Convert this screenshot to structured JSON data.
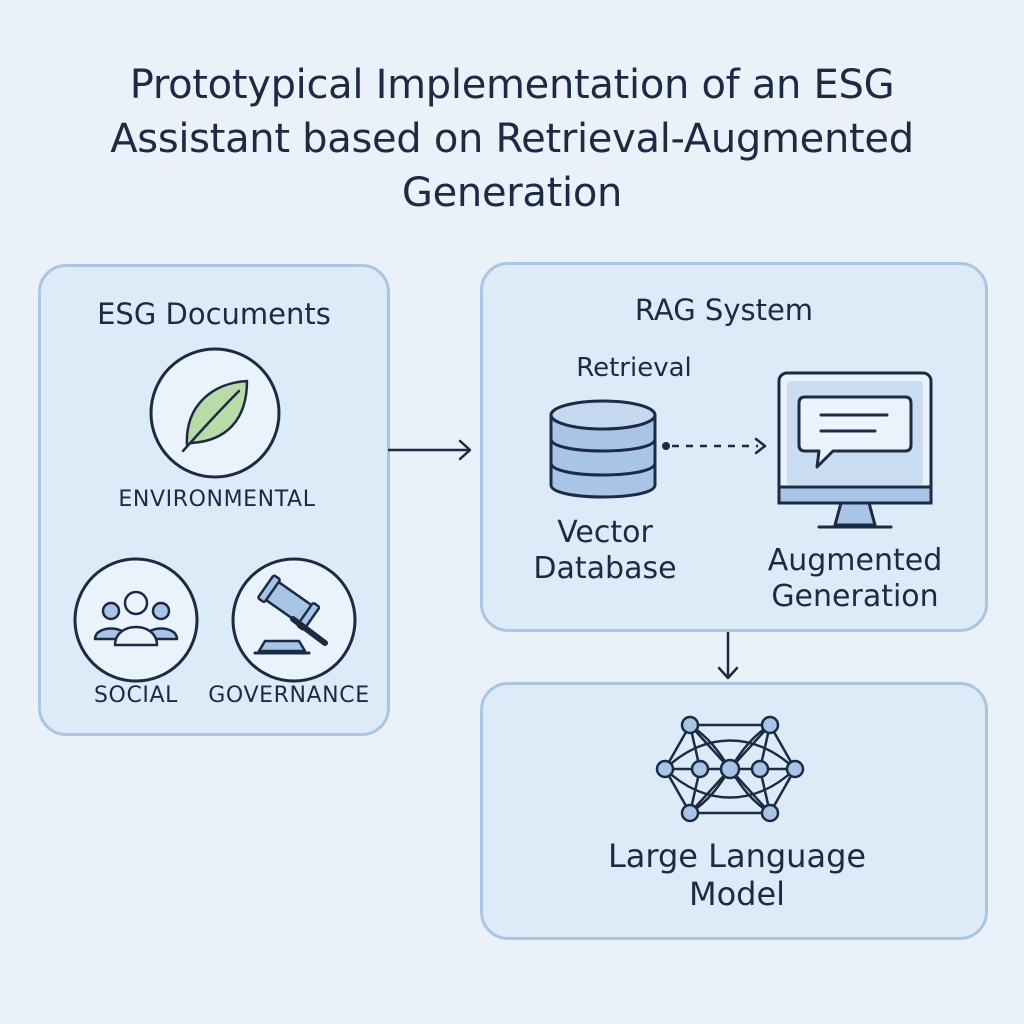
{
  "title": "Prototypical Implementation of an ESG\nAssistant based on Retrieval-Augmented\nGeneration",
  "colors": {
    "background": "#eaf1f8",
    "panel_fill": "#dcebf7",
    "panel_border": "#a9c6e2",
    "icon_stroke": "#1c2a44",
    "icon_fill_blue": "#a8c4e6",
    "leaf_green": "#b9dba8"
  },
  "esg_panel": {
    "title": "ESG Documents",
    "environmental": {
      "label": "ENVIRONMENTAL",
      "icon": "leaf-icon"
    },
    "social": {
      "label": "SOCIAL",
      "icon": "people-icon"
    },
    "governance": {
      "label": "GOVERNANCE",
      "icon": "gavel-icon"
    }
  },
  "rag_panel": {
    "title": "RAG System",
    "retrieval_label": "Retrieval",
    "vector_db_label": "Vector\nDatabase",
    "vector_db_icon": "database-icon",
    "augmented_label": "Augmented\nGeneration",
    "augmented_icon": "monitor-chat-icon"
  },
  "llm_panel": {
    "label": "Large Language\nModel",
    "icon": "neural-network-icon"
  }
}
